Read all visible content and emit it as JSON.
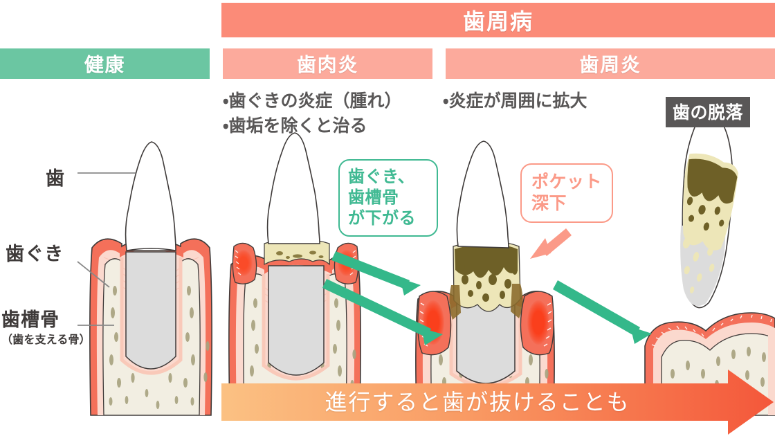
{
  "headers": {
    "disease": "歯周病",
    "healthy": "健康",
    "gingivitis": "歯肉炎",
    "periodontitis": "歯周炎"
  },
  "bullets": {
    "gingivitis": [
      "・歯ぐきの炎症（腫れ）",
      "・歯垢を除くと治る"
    ],
    "periodontitis": [
      "・炎症が周囲に拡大"
    ]
  },
  "badge": {
    "tooth_loss": "歯の脱落"
  },
  "anatomy": {
    "tooth": "歯",
    "gum": "歯ぐき",
    "bone": "歯槽骨",
    "bone_sub": "（歯を支える骨）"
  },
  "callouts": {
    "green": [
      "歯ぐき、",
      "歯槽骨",
      "が下がる"
    ],
    "pink": [
      "ポケット",
      "深下"
    ]
  },
  "progression": {
    "label": "進行すると歯が抜けることも"
  },
  "colors": {
    "disease_banner": "#FB8B78",
    "healthy_banner": "#6BC6A2",
    "stage_banner": "#FCAA9C",
    "badge_bg": "#595757",
    "arrow_green": "#34B88A",
    "callout_green": "#3FB992",
    "callout_pink": "#FB9A88",
    "gum_pink": "#FBD9CE",
    "gum_edge": "#F4705A",
    "bone_cream": "#F2EEE2",
    "root_gray": "#DCDCDC",
    "plaque_light": "#EDE6B8",
    "tartar_dark": "#6E6027",
    "inflamed_red": "#FA4B28",
    "arrow_gradient_start": "#FBBE7C",
    "arrow_gradient_end": "#F4593A"
  }
}
